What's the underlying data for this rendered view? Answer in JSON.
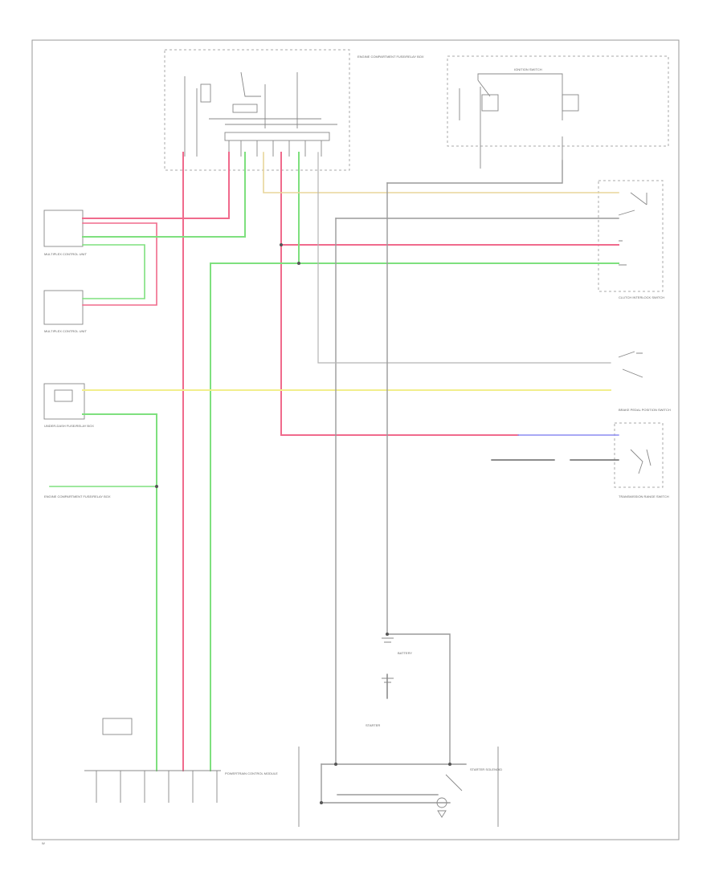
{
  "colors": {
    "red": "#f06a8c",
    "green": "#7ee07e",
    "yellow": "#f2ee8c",
    "tan": "#e8d59a",
    "gray": "#9a9a9a",
    "blue": "#8c8cf2",
    "black": "#555555"
  },
  "diagram": {
    "title_labels": {
      "top_center": "ENGINE COMPARTMENT FUSE/RELAY BOX",
      "top_right": "IGNITION SWITCH",
      "right_upper": "CLUTCH INTERLOCK SWITCH",
      "right_mid": "BRAKE PEDAL POSITION SWITCH",
      "right_mid2": "TRANSMISSION RANGE SWITCH",
      "left_1": "MULTIPLEX CONTROL UNIT",
      "left_2": "MULTIPLEX CONTROL UNIT",
      "left_3": "UNDER-DASH FUSE/RELAY BOX",
      "left_4": "ENGINE COMPARTMENT FUSE/RELAY BOX",
      "bottom_left": "POWERTRAIN CONTROL MODULE",
      "bottom_mid_1": "BATTERY",
      "bottom_mid_2": "STARTER",
      "bottom_right": "STARTER SOLENOID",
      "footer": "W"
    }
  }
}
